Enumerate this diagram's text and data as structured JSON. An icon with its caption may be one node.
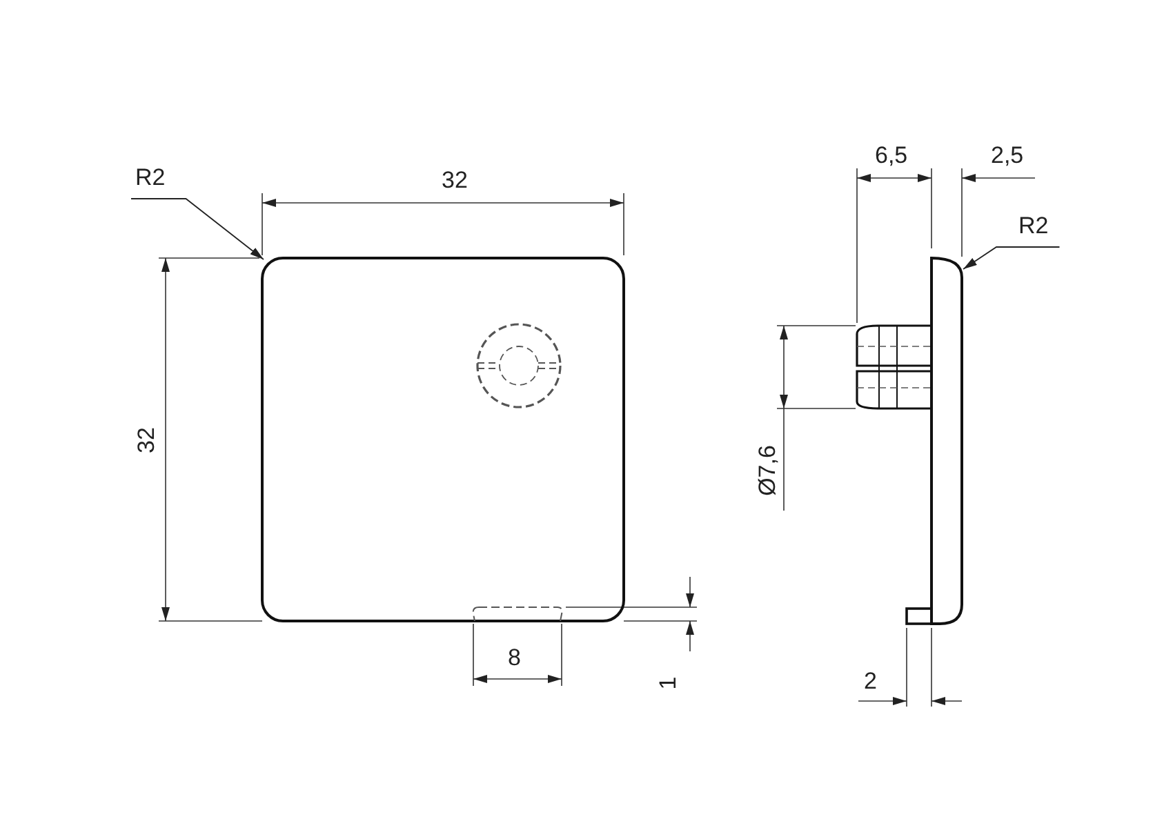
{
  "diagram": {
    "nodes": [
      {
        "text": [
          "R2"
        ]
      },
      {
        "text": [],
        "shape": "picture"
      },
      {
        "text": [
          "R2"
        ]
      },
      {
        "text": [],
        "shape": "picture"
      }
    ],
    "edges": [
      {
        "from": 0,
        "to": 1,
        "arrow": "to"
      },
      {
        "from": 2,
        "to": 3,
        "arrow": "to"
      }
    ],
    "labels": [
      "32",
      "32",
      "8",
      "1",
      "6,5",
      "2,5",
      "Ø7,6",
      "2"
    ]
  }
}
